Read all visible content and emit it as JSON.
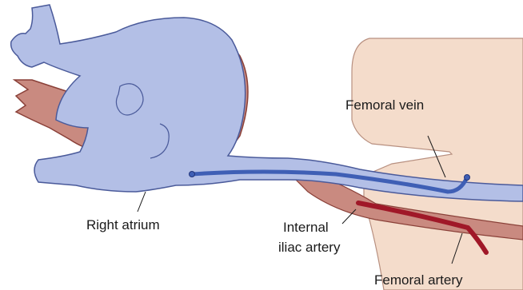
{
  "labels": {
    "femoral_vein": "Femoral vein",
    "right_atrium": "Right atrium",
    "internal_iliac_line1": "Internal",
    "internal_iliac_line2": "iliac artery",
    "femoral_artery": "Femoral artery"
  },
  "colors": {
    "vein_fill": "#b3bfe6",
    "vein_outline": "#4a5a9a",
    "catheter_venous": "#3f5fb5",
    "artery_fill": "#c98a80",
    "artery_outline": "#8a4038",
    "catheter_arterial": "#a01828",
    "tissue": "#f4dccb",
    "tissue_outline": "#b89080"
  }
}
